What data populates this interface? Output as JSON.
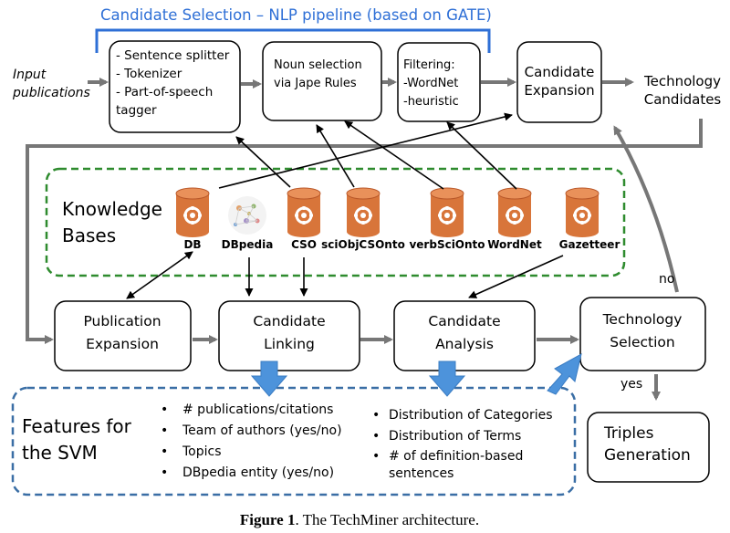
{
  "pipeline": {
    "title": "Candidate Selection – NLP pipeline (based on GATE)",
    "input_line1": "Input",
    "input_line2": "publications",
    "box1": [
      "- Sentence splitter",
      "- Tokenizer",
      "- Part-of-speech",
      "tagger"
    ],
    "box2": [
      "Noun selection",
      "via Jape Rules"
    ],
    "box3": [
      "Filtering:",
      "-WordNet",
      "-heuristic"
    ],
    "box4": [
      "Candidate",
      "Expansion"
    ],
    "output": [
      "Technology",
      "Candidates"
    ]
  },
  "knowledge": {
    "label": [
      "Knowledge",
      "Bases"
    ],
    "items": [
      "DB",
      "DBpedia",
      "CSO",
      "sciObjCSOnto",
      "verbSciOnto",
      "WordNet",
      "Gazetteer"
    ]
  },
  "process": {
    "publication_expansion": [
      "Publication",
      "Expansion"
    ],
    "candidate_linking": [
      "Candidate",
      "Linking"
    ],
    "candidate_analysis": [
      "Candidate",
      "Analysis"
    ],
    "technology_selection": [
      "Technology",
      "Selection"
    ],
    "triples_generation": [
      "Triples",
      "Generation"
    ],
    "no": "no",
    "yes": "yes"
  },
  "features": {
    "title": [
      "Features for",
      "the SVM"
    ],
    "left": [
      "# publications/citations",
      "Team of authors (yes/no)",
      "Topics",
      "DBpedia entity (yes/no)"
    ],
    "right": [
      "Distribution of Categories",
      "Distribution of Terms",
      "# of definition-based",
      "sentences"
    ]
  },
  "caption": {
    "bold": "Figure 1",
    "rest": ". The TechMiner architecture."
  },
  "colors": {
    "pipeline_blue": "#2e6fd6",
    "kb_green": "#2e8b2e",
    "features_blue": "#3a6ea5",
    "db_orange": "#d8753a",
    "arrow_gray": "#777777",
    "fat_arrow_blue": "#4d93db"
  }
}
